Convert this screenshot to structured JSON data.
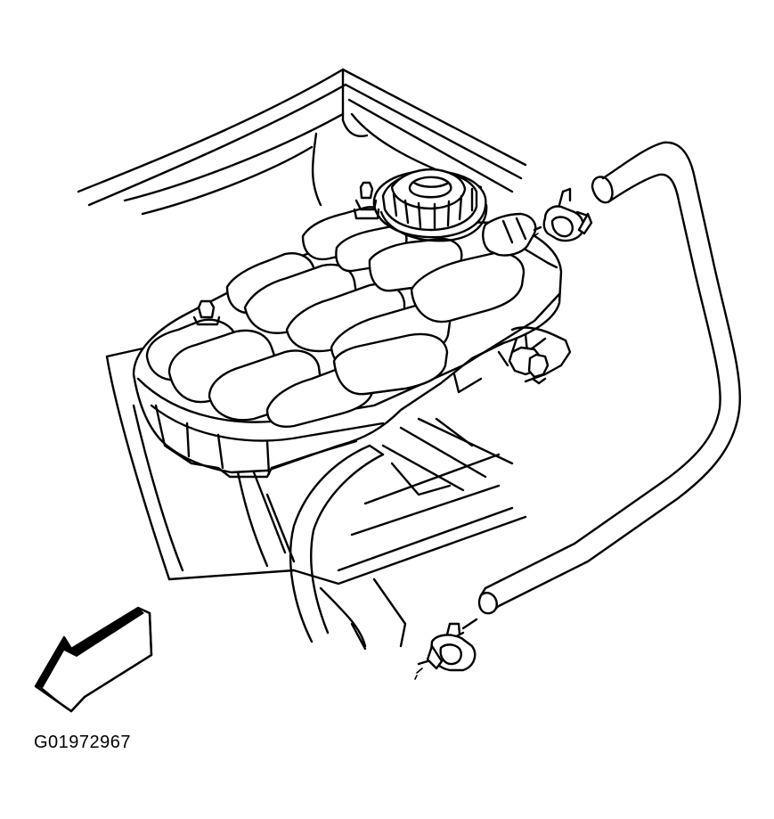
{
  "figure": {
    "id_label": "G01972967",
    "line_color": "#000000",
    "background_color": "#ffffff"
  },
  "parts": [
    {
      "name": "coolant-reservoir",
      "label": ""
    },
    {
      "name": "pressure-cap",
      "label": ""
    },
    {
      "name": "upper-hose-clamp",
      "label": ""
    },
    {
      "name": "lower-hose-clamp",
      "label": ""
    },
    {
      "name": "coolant-hose",
      "label": ""
    },
    {
      "name": "mounting-bolt",
      "label": ""
    },
    {
      "name": "front-direction-arrow",
      "label": ""
    }
  ]
}
